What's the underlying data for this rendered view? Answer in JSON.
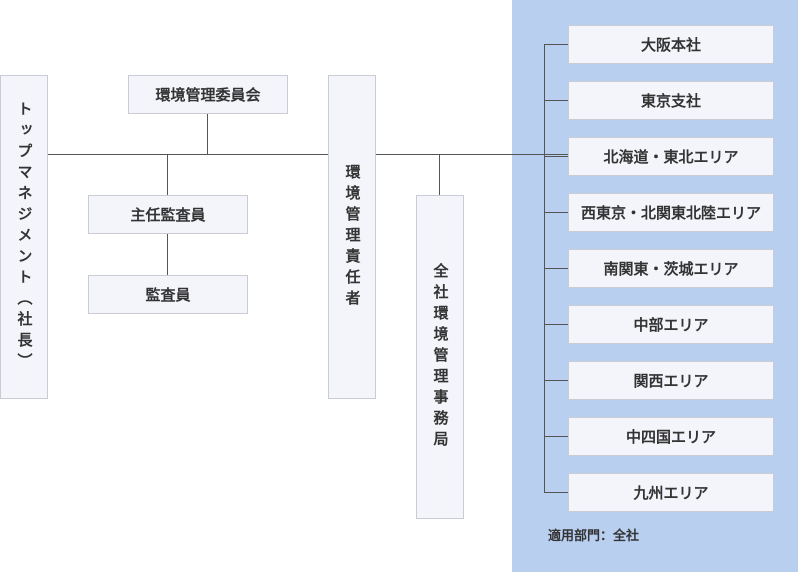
{
  "nodes": {
    "top_management": "トップマネジメント（社長）",
    "env_committee": "環境管理委員会",
    "chief_auditor": "主任監査員",
    "auditor": "監査員",
    "env_manager": "環境管理責任者",
    "env_office": "全社環境管理事務局"
  },
  "sites": [
    "大阪本社",
    "東京支社",
    "北海道・東北エリア",
    "西東京・北関東北陸エリア",
    "南関東・茨城エリア",
    "中部エリア",
    "関西エリア",
    "中四国エリア",
    "九州エリア"
  ],
  "scope_note": "適用部門：全社"
}
